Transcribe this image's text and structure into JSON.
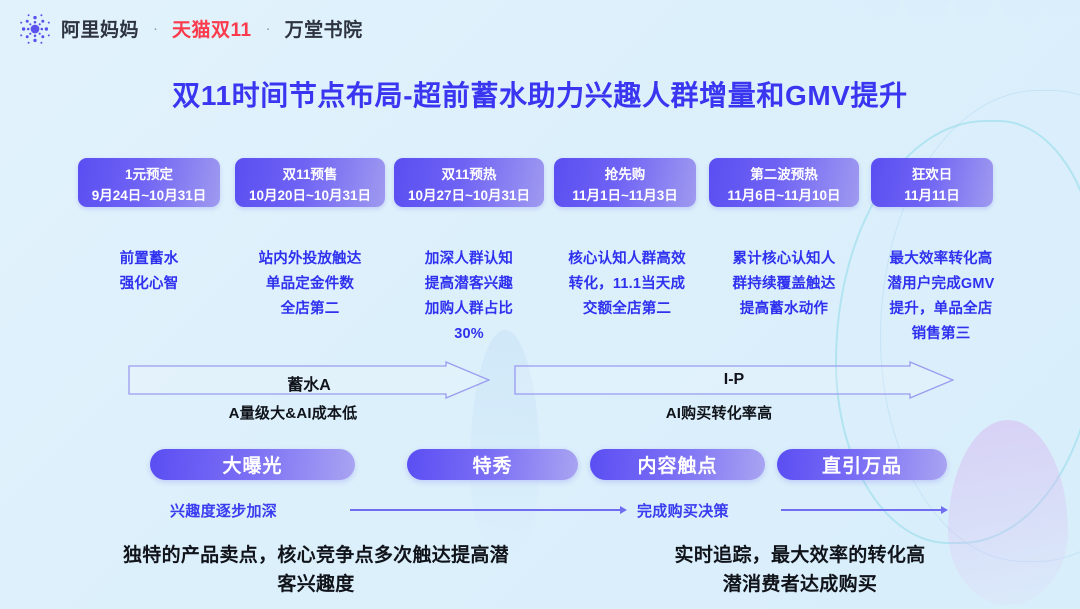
{
  "header": {
    "logo_name": "alimama-starburst-logo",
    "brand": "阿里妈妈",
    "sep1": "·",
    "brand_red": "天猫双11",
    "sep2": "·",
    "brand_tail": "万堂书院"
  },
  "title": "双11时间节点布局-超前蓄水助力兴趣人群增量和GMV提升",
  "colors": {
    "background": "#ddf1fb",
    "title_blue": "#3a35f0",
    "chip_purple_start": "#5a4ef2",
    "chip_purple_end": "#9f9af0",
    "desc_blue": "#2f31ef",
    "brand_red": "#fb3a4b",
    "dark_text": "#10131a"
  },
  "timeline": {
    "chips": [
      {
        "name": "1元预定",
        "range": "9月24日~10月31日"
      },
      {
        "name": "双11预售",
        "range": "10月20日~10月31日"
      },
      {
        "name": "双11预热",
        "range": "10月27日~10月31日"
      },
      {
        "name": "抢先购",
        "range": "11月1日~11月3日"
      },
      {
        "name": "第二波预热",
        "range": "11月6日~11月10日"
      },
      {
        "name": "狂欢日",
        "range": "11月11日"
      }
    ],
    "descriptions": [
      "前置蓄水\n强化心智",
      "站内外投放触达\n单品定金件数\n全店第二",
      "加深人群认知\n提高潜客兴趣\n加购人群占比\n30%",
      "核心认知人群高效\n转化，11.1当天成\n交额全店第二",
      "累计核心认知人\n群持续覆盖触达\n提高蓄水动作",
      "最大效率转化高\n潜用户完成GMV\n提升，单品全店\n销售第三"
    ]
  },
  "phases": [
    {
      "label": "蓄水A",
      "sub": "A量级大&AI成本低"
    },
    {
      "label": "I-P",
      "sub": "AI购买转化率高"
    }
  ],
  "products": [
    "大曝光",
    "特秀",
    "内容触点",
    "直引万品"
  ],
  "captions": [
    {
      "text": "兴趣度逐步加深"
    },
    {
      "text": "完成购买决策"
    }
  ],
  "bottom": [
    "独特的产品卖点，核心竞争点多次触达提高潜\n客兴趣度",
    "实时追踪，最大效率的转化高\n潜消费者达成购买"
  ]
}
